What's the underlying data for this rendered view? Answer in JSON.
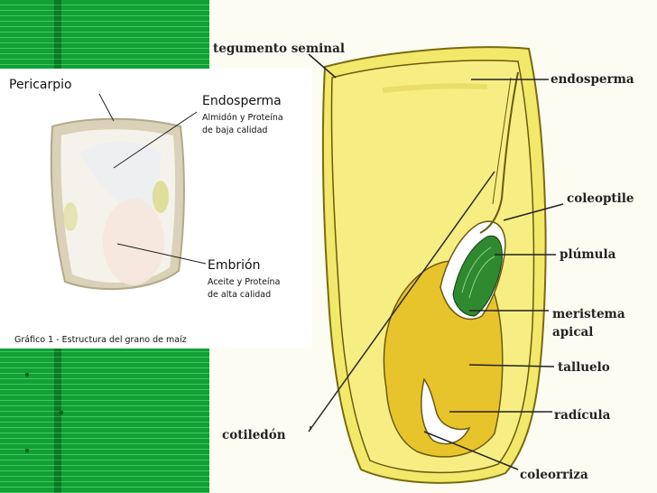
{
  "photo": {
    "pericarpio": "Pericarpio",
    "endosperma_title": "Endosperma",
    "endosperma_sub1": "Almidón y Proteína",
    "endosperma_sub2": "de baja calidad",
    "embrion_title": "Embrión",
    "embrion_sub1": "Aceite y Proteína",
    "embrion_sub2": "de alta calidad",
    "caption": "Gráfico 1 - Estructura del grano de maíz"
  },
  "diagram": {
    "labels": {
      "tegumento": "tegumento seminal",
      "endosperma": "endosperma",
      "coleoptile": "coleoptile",
      "plumula": "plúmula",
      "meristema_1": "meristema",
      "meristema_2": "apical",
      "talluelo": "talluelo",
      "radicula": "radícula",
      "cotiledon": "cotiledón",
      "coleorriza": "coleorriza"
    }
  },
  "colors": {
    "seed_yellow": "#f2e86a",
    "cotyledon_orange": "#e8c42c",
    "plumule_green": "#2f8a2f",
    "panel_green": "#12a036"
  }
}
